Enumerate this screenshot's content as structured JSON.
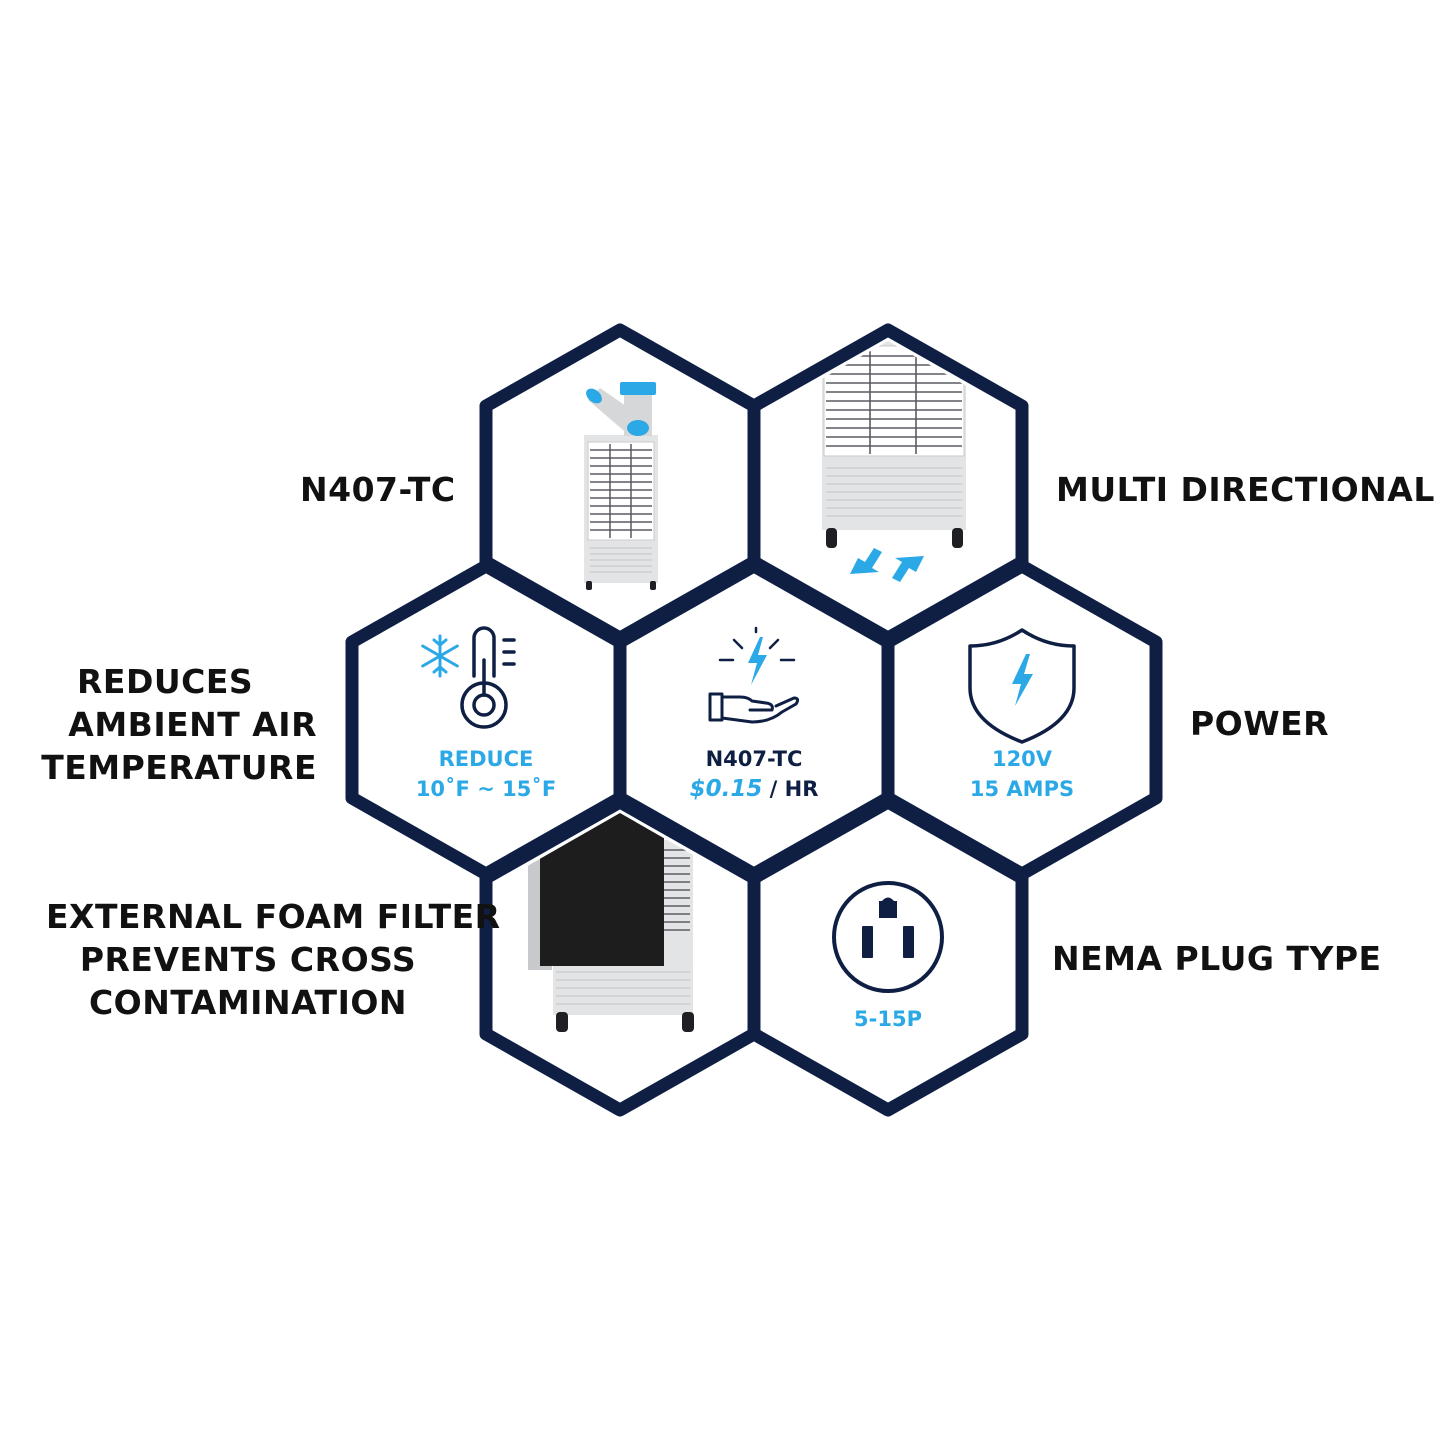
{
  "colors": {
    "hex_outline": "#0f1f44",
    "accent_blue": "#2ba8e6",
    "navy": "#0f1f44",
    "label_text": "#111111",
    "unit_body": "#e3e4e6",
    "unit_panel": "#f5f5f5",
    "filter_black": "#1d1d1d"
  },
  "labels": {
    "top_left": "N407-TC",
    "top_right": "MULTI DIRECTIONAL",
    "mid_left": [
      "REDUCES",
      "AMBIENT AIR",
      "TEMPERATURE"
    ],
    "mid_right": "POWER",
    "bottom_left": [
      "EXTERNAL FOAM FILTER",
      "PREVENTS CROSS",
      "CONTAMINATION"
    ],
    "bottom_right": "NEMA PLUG TYPE"
  },
  "hexes": {
    "temperature": {
      "icon": "thermometer-snowflake-icon",
      "line1": "REDUCE",
      "line2": "10˚F ~ 15˚F"
    },
    "cost": {
      "icon": "hand-lightning-icon",
      "line1": "N407-TC",
      "price": "$0.15",
      "unit": " / HR"
    },
    "power": {
      "icon": "shield-lightning-icon",
      "line1": "120V",
      "line2": "15 AMPS"
    },
    "plug": {
      "icon": "nema-outlet-icon",
      "line1": "5-15P"
    },
    "unit": {
      "icon": "portable-cooler-icon"
    },
    "wheels": {
      "icon": "multi-direction-arrows-icon"
    },
    "filter": {
      "icon": "foam-filter-icon"
    }
  }
}
